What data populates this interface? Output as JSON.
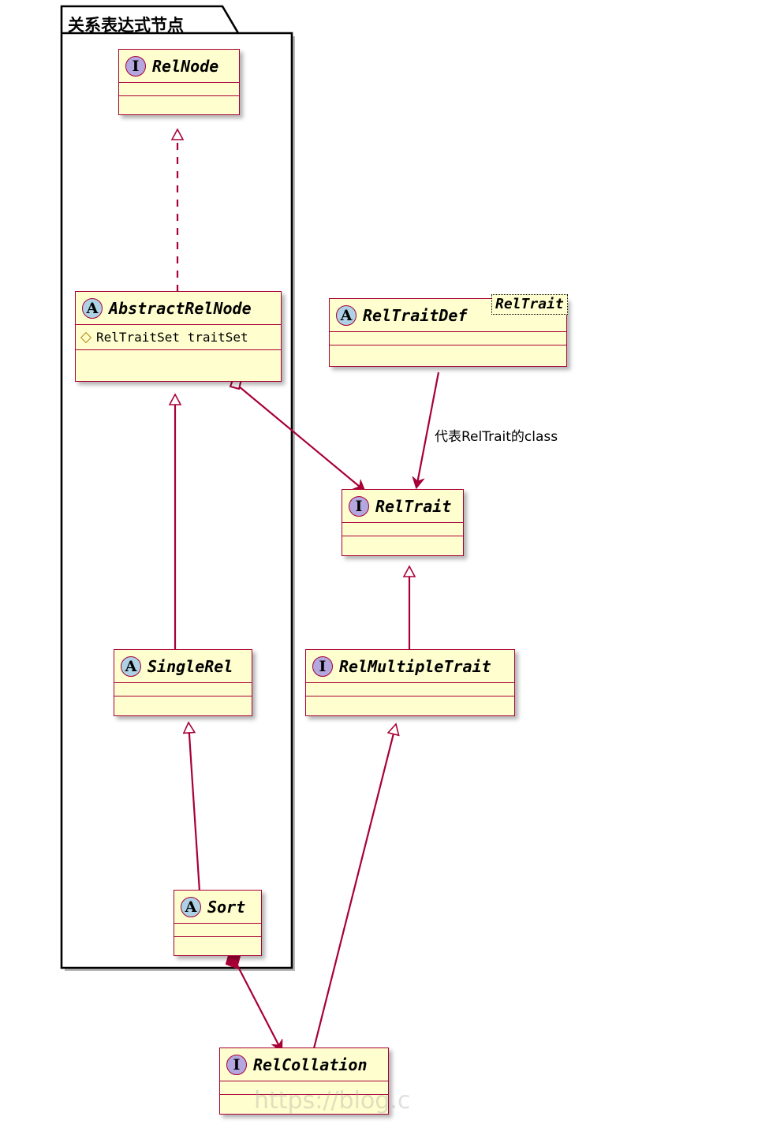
{
  "diagram": {
    "kind": "uml-class-diagram",
    "colors": {
      "box_fill": "#FEFECE",
      "box_border": "#A80036",
      "interface_icon_fill": "#B4A7E0",
      "abstract_icon_fill": "#ADD1E5",
      "edge_color": "#A80036",
      "package_border": "#000000",
      "field_visibility": "#B8860B"
    },
    "package": {
      "title": "关系表达式节点"
    },
    "classes": [
      {
        "id": "relnode",
        "name": "RelNode",
        "stereotype_letter": "I",
        "kind": "interface",
        "fields": []
      },
      {
        "id": "abstractrelnode",
        "name": "AbstractRelNode",
        "stereotype_letter": "A",
        "kind": "abstract",
        "fields": [
          {
            "visibility": "protected",
            "text": "RelTraitSet traitSet"
          }
        ]
      },
      {
        "id": "reltraitdef",
        "name": "RelTraitDef",
        "stereotype_letter": "A",
        "kind": "abstract",
        "generic": "RelTrait",
        "fields": []
      },
      {
        "id": "reltrait",
        "name": "RelTrait",
        "stereotype_letter": "I",
        "kind": "interface",
        "fields": []
      },
      {
        "id": "singlerel",
        "name": "SingleRel",
        "stereotype_letter": "A",
        "kind": "abstract",
        "fields": []
      },
      {
        "id": "relmultipletrait",
        "name": "RelMultipleTrait",
        "stereotype_letter": "I",
        "kind": "interface",
        "fields": []
      },
      {
        "id": "sort",
        "name": "Sort",
        "stereotype_letter": "A",
        "kind": "abstract",
        "fields": []
      },
      {
        "id": "relcollation",
        "name": "RelCollation",
        "stereotype_letter": "I",
        "kind": "interface",
        "fields": []
      }
    ],
    "edges": [
      {
        "id": "e1",
        "from": "abstractrelnode",
        "to": "relnode",
        "type": "realization",
        "style": "dashed",
        "head": "hollow-triangle",
        "label": ""
      },
      {
        "id": "e2",
        "from": "singlerel",
        "to": "abstractrelnode",
        "type": "generalization",
        "style": "solid",
        "head": "hollow-triangle",
        "label": ""
      },
      {
        "id": "e3",
        "from": "abstractrelnode",
        "to": "reltrait",
        "type": "aggregation",
        "style": "solid",
        "head": "open-arrow",
        "tail": "hollow-diamond",
        "label": ""
      },
      {
        "id": "e4",
        "from": "reltraitdef",
        "to": "reltrait",
        "type": "association",
        "style": "solid",
        "head": "open-arrow",
        "label": "代表RelTrait的class"
      },
      {
        "id": "e5",
        "from": "relmultipletrait",
        "to": "reltrait",
        "type": "generalization",
        "style": "solid",
        "head": "hollow-triangle",
        "label": ""
      },
      {
        "id": "e6",
        "from": "sort",
        "to": "singlerel",
        "type": "generalization",
        "style": "solid",
        "head": "hollow-triangle",
        "label": ""
      },
      {
        "id": "e7",
        "from": "relcollation",
        "to": "relmultipletrait",
        "type": "generalization",
        "style": "solid",
        "head": "hollow-triangle",
        "label": ""
      },
      {
        "id": "e8",
        "from": "sort",
        "to": "relcollation",
        "type": "composition",
        "style": "solid",
        "head": "open-arrow",
        "tail": "filled-diamond",
        "label": ""
      }
    ],
    "watermark": "https://blog.c"
  }
}
